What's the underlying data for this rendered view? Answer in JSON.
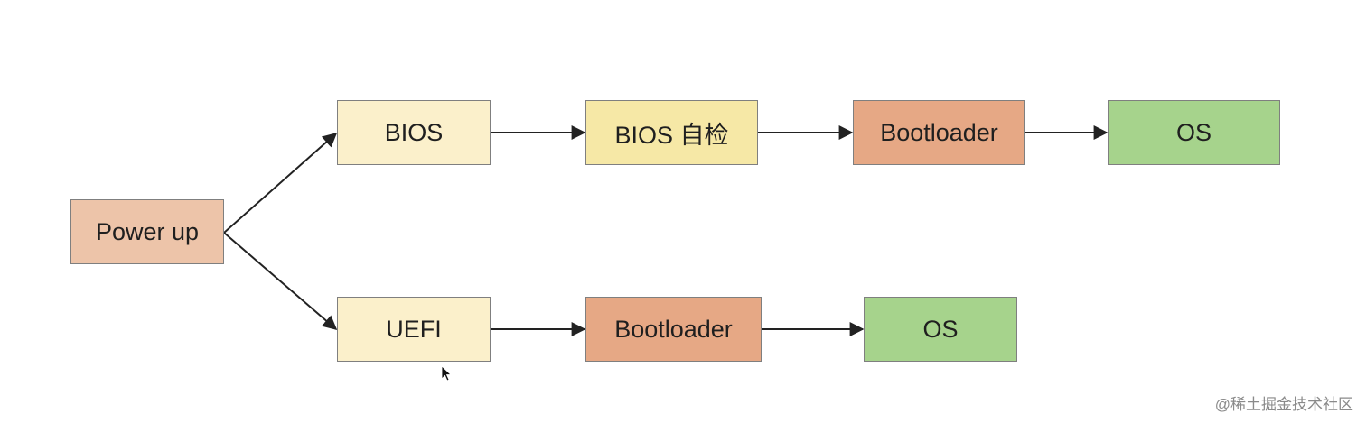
{
  "nodes": {
    "power_up": "Power up",
    "bios": "BIOS",
    "bios_selftest": "BIOS 自检",
    "bootloader_top": "Bootloader",
    "os_top": "OS",
    "uefi": "UEFI",
    "bootloader_bottom": "Bootloader",
    "os_bottom": "OS"
  },
  "colors": {
    "power_up": "#edc4a9",
    "bios": "#fbf0cb",
    "bios_selftest": "#f6e8a6",
    "bootloader": "#e6a885",
    "os": "#a6d38c"
  },
  "watermark": "@稀土掘金技术社区"
}
